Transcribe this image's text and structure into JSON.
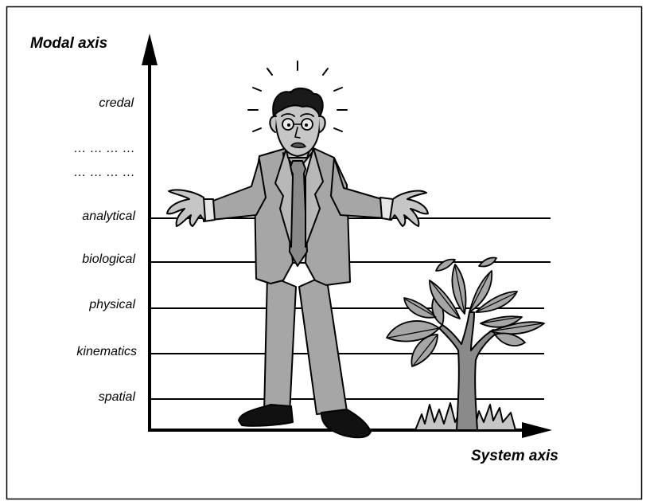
{
  "diagram": {
    "y_axis_title": "Modal axis",
    "x_axis_title": "System axis",
    "levels": [
      {
        "label": "credal"
      },
      {
        "label": "… … … …"
      },
      {
        "label": "… … … …"
      },
      {
        "label": "analytical"
      },
      {
        "label": "biological"
      },
      {
        "label": "physical"
      },
      {
        "label": "kinematics"
      },
      {
        "label": "spatial"
      }
    ],
    "illustration": {
      "figure": "confused-man-shrugging",
      "plant": "small-tree-with-leaves-and-grass"
    }
  }
}
